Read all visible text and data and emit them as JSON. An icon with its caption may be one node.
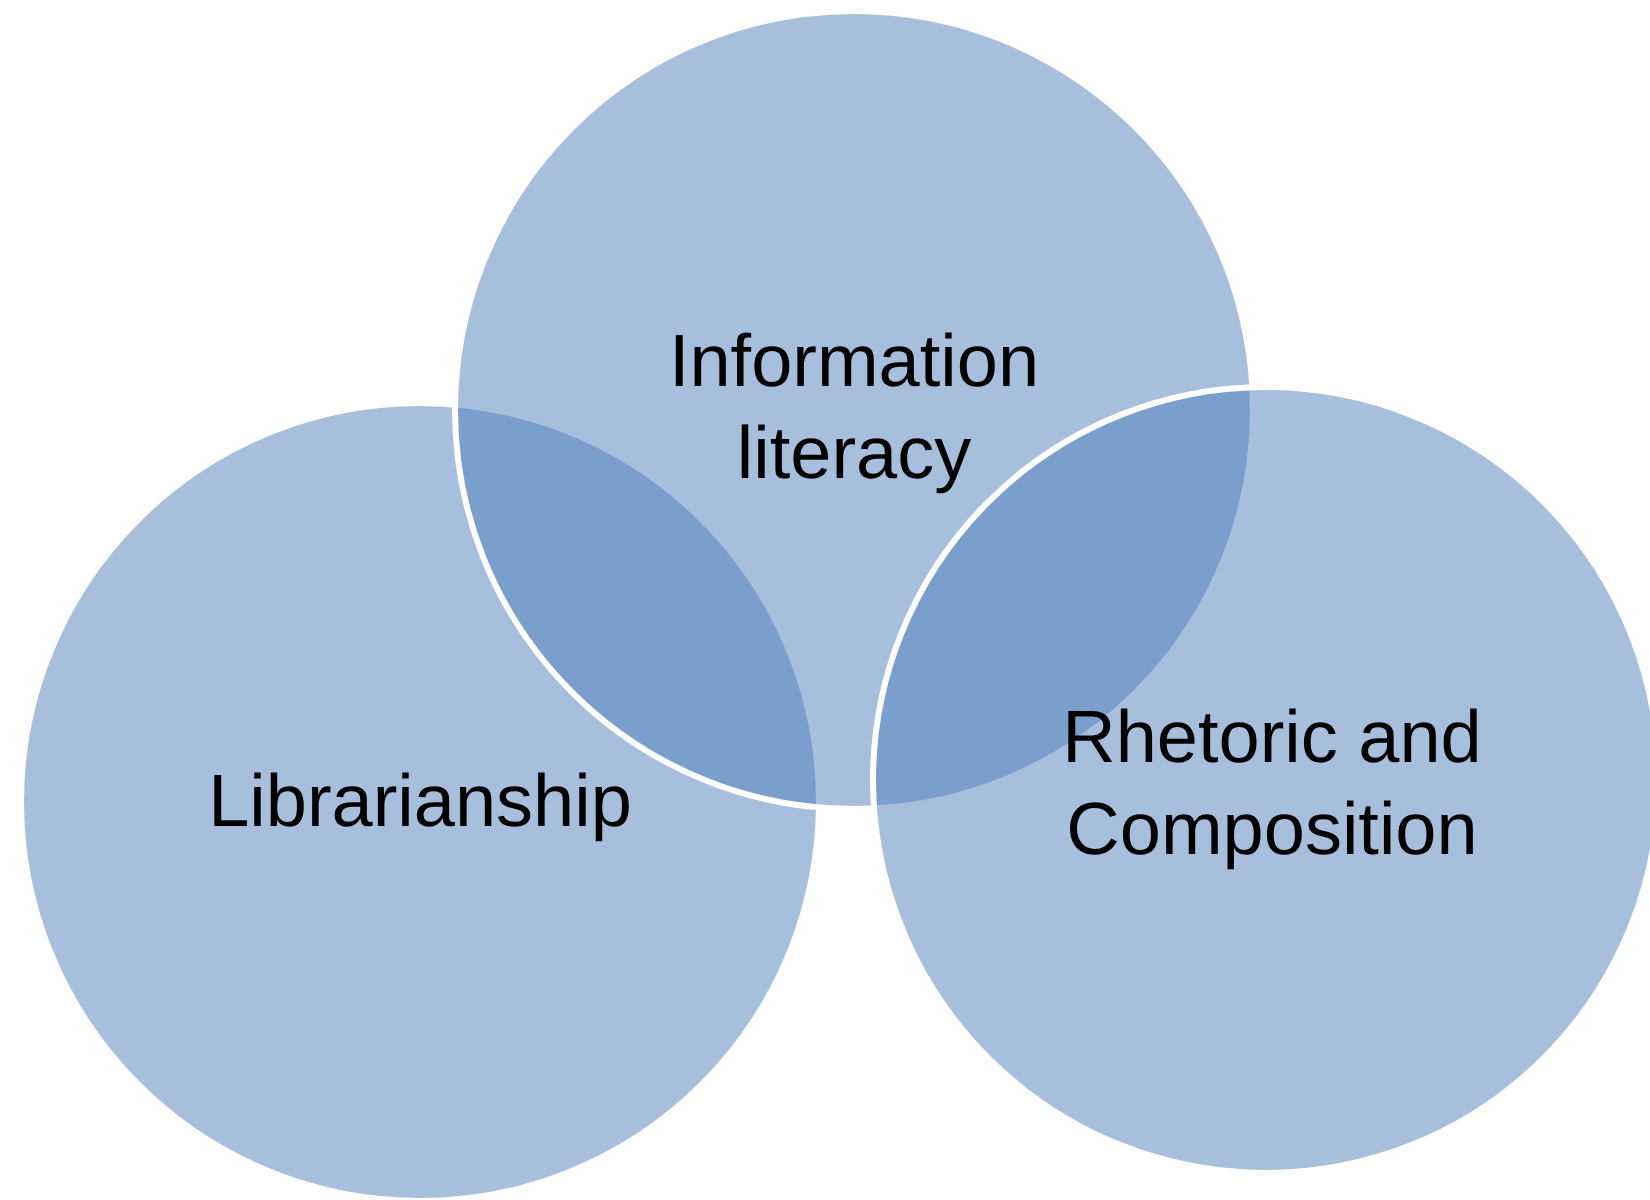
{
  "diagram": {
    "nodes": [
      {
        "text": [
          "Librarianship"
        ]
      },
      {
        "text": [
          "Information literacy"
        ]
      },
      {
        "text": [
          "Rhetoric and Composition"
        ]
      }
    ]
  }
}
